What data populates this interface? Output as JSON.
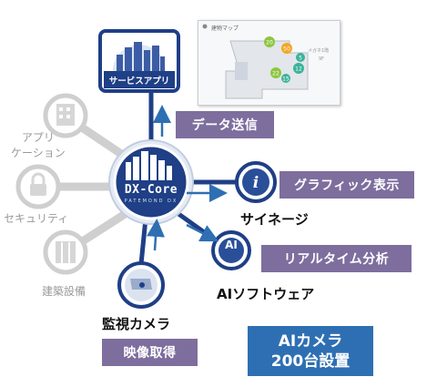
{
  "top_app": {
    "caption": "サービスアプリ"
  },
  "map_screen": {
    "title": "建物マップ",
    "floor_label": "メガネ1階",
    "floor_code": "9F",
    "markers": [
      "20",
      "50",
      "5",
      "12",
      "22",
      "15"
    ]
  },
  "core": {
    "name": "DX-Core",
    "sub": "PATEMOND DX"
  },
  "labels": {
    "data_send": "データ送信",
    "graphic_display": "グラフィック表示",
    "realtime_analysis": "リアルタイム分析",
    "video_capture": "映像取得"
  },
  "nodes": {
    "signage": "サイネージ",
    "ai_software": "AIソフトウェア",
    "ai_icon_text": "AI",
    "camera": "監視カメラ",
    "app_line1": "アプリ",
    "app_line2": "ケーション",
    "security": "セキュリティ",
    "building": "建築設備"
  },
  "banner": {
    "line1": "AIカメラ",
    "line2": "200台設置"
  },
  "colors": {
    "navy": "#1f3f86",
    "purple": "#7d6e9e",
    "blue_box": "#2e6fb3",
    "gray": "#c8c8c8"
  }
}
